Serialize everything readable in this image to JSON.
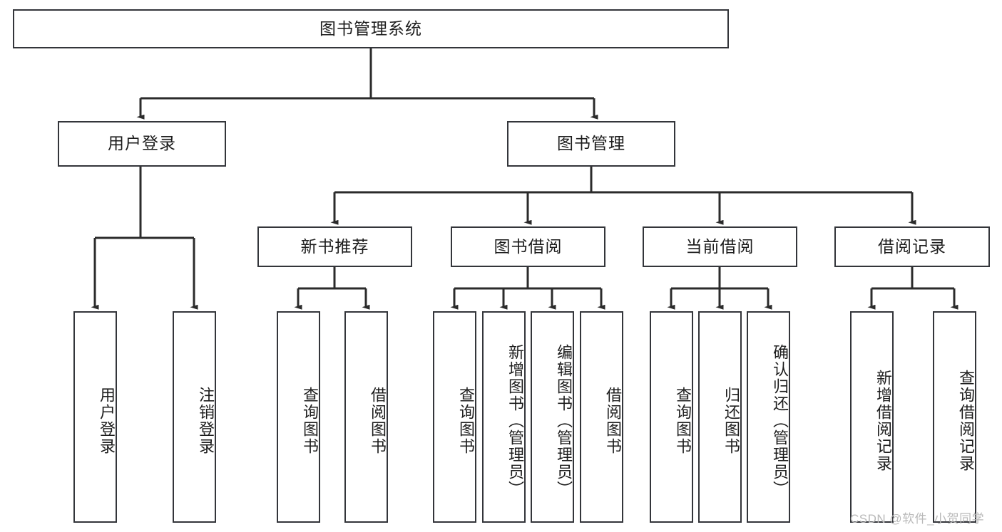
{
  "diagram": {
    "title": "图书管理系统",
    "type": "hierarchy-tree",
    "watermark": "CSDN @软件_小贺同学",
    "colors": {
      "box_border": "#33353a",
      "box_fill": "#ffffff",
      "connector": "#2b2b2b",
      "background": "#ffffff",
      "watermark": "#b9b9b9"
    },
    "levels": [
      {
        "level": 1,
        "nodes": [
          {
            "id": "root",
            "label": "图书管理系统",
            "orientation": "horizontal"
          }
        ]
      },
      {
        "level": 2,
        "nodes": [
          {
            "id": "user-login",
            "label": "用户登录",
            "orientation": "horizontal",
            "parent": "root"
          },
          {
            "id": "book-admin",
            "label": "图书管理",
            "orientation": "horizontal",
            "parent": "root"
          }
        ]
      },
      {
        "level": 3,
        "nodes": [
          {
            "id": "new-book-rec",
            "label": "新书推荐",
            "orientation": "horizontal",
            "parent": "book-admin"
          },
          {
            "id": "book-borrow",
            "label": "图书借阅",
            "orientation": "horizontal",
            "parent": "book-admin"
          },
          {
            "id": "current-borrow",
            "label": "当前借阅",
            "orientation": "horizontal",
            "parent": "book-admin"
          },
          {
            "id": "borrow-record",
            "label": "借阅记录",
            "orientation": "horizontal",
            "parent": "book-admin"
          }
        ]
      },
      {
        "level": 4,
        "nodes": [
          {
            "id": "leaf-user-login",
            "label": "用户登录",
            "orientation": "vertical",
            "parent": "user-login"
          },
          {
            "id": "leaf-user-logout",
            "label": "注销登录",
            "orientation": "vertical",
            "parent": "user-login"
          },
          {
            "id": "leaf-rec-query",
            "label": "查询图书",
            "orientation": "vertical",
            "parent": "new-book-rec"
          },
          {
            "id": "leaf-rec-borrow",
            "label": "借阅图书",
            "orientation": "vertical",
            "parent": "new-book-rec"
          },
          {
            "id": "leaf-borrow-query",
            "label": "查询图书",
            "orientation": "vertical",
            "parent": "book-borrow"
          },
          {
            "id": "leaf-borrow-add",
            "label": "新增图书（管理员）",
            "orientation": "vertical",
            "parent": "book-borrow"
          },
          {
            "id": "leaf-borrow-edit",
            "label": "编辑图书（管理员）",
            "orientation": "vertical",
            "parent": "book-borrow"
          },
          {
            "id": "leaf-borrow-do",
            "label": "借阅图书",
            "orientation": "vertical",
            "parent": "book-borrow"
          },
          {
            "id": "leaf-current-query",
            "label": "查询图书",
            "orientation": "vertical",
            "parent": "current-borrow"
          },
          {
            "id": "leaf-current-return",
            "label": "归还图书",
            "orientation": "vertical",
            "parent": "current-borrow"
          },
          {
            "id": "leaf-current-confirm",
            "label": "确认归还（管理员）",
            "orientation": "vertical",
            "parent": "current-borrow"
          },
          {
            "id": "leaf-record-add",
            "label": "新增借阅记录",
            "orientation": "vertical",
            "parent": "borrow-record"
          },
          {
            "id": "leaf-record-query",
            "label": "查询借阅记录",
            "orientation": "vertical",
            "parent": "borrow-record"
          }
        ]
      }
    ]
  }
}
